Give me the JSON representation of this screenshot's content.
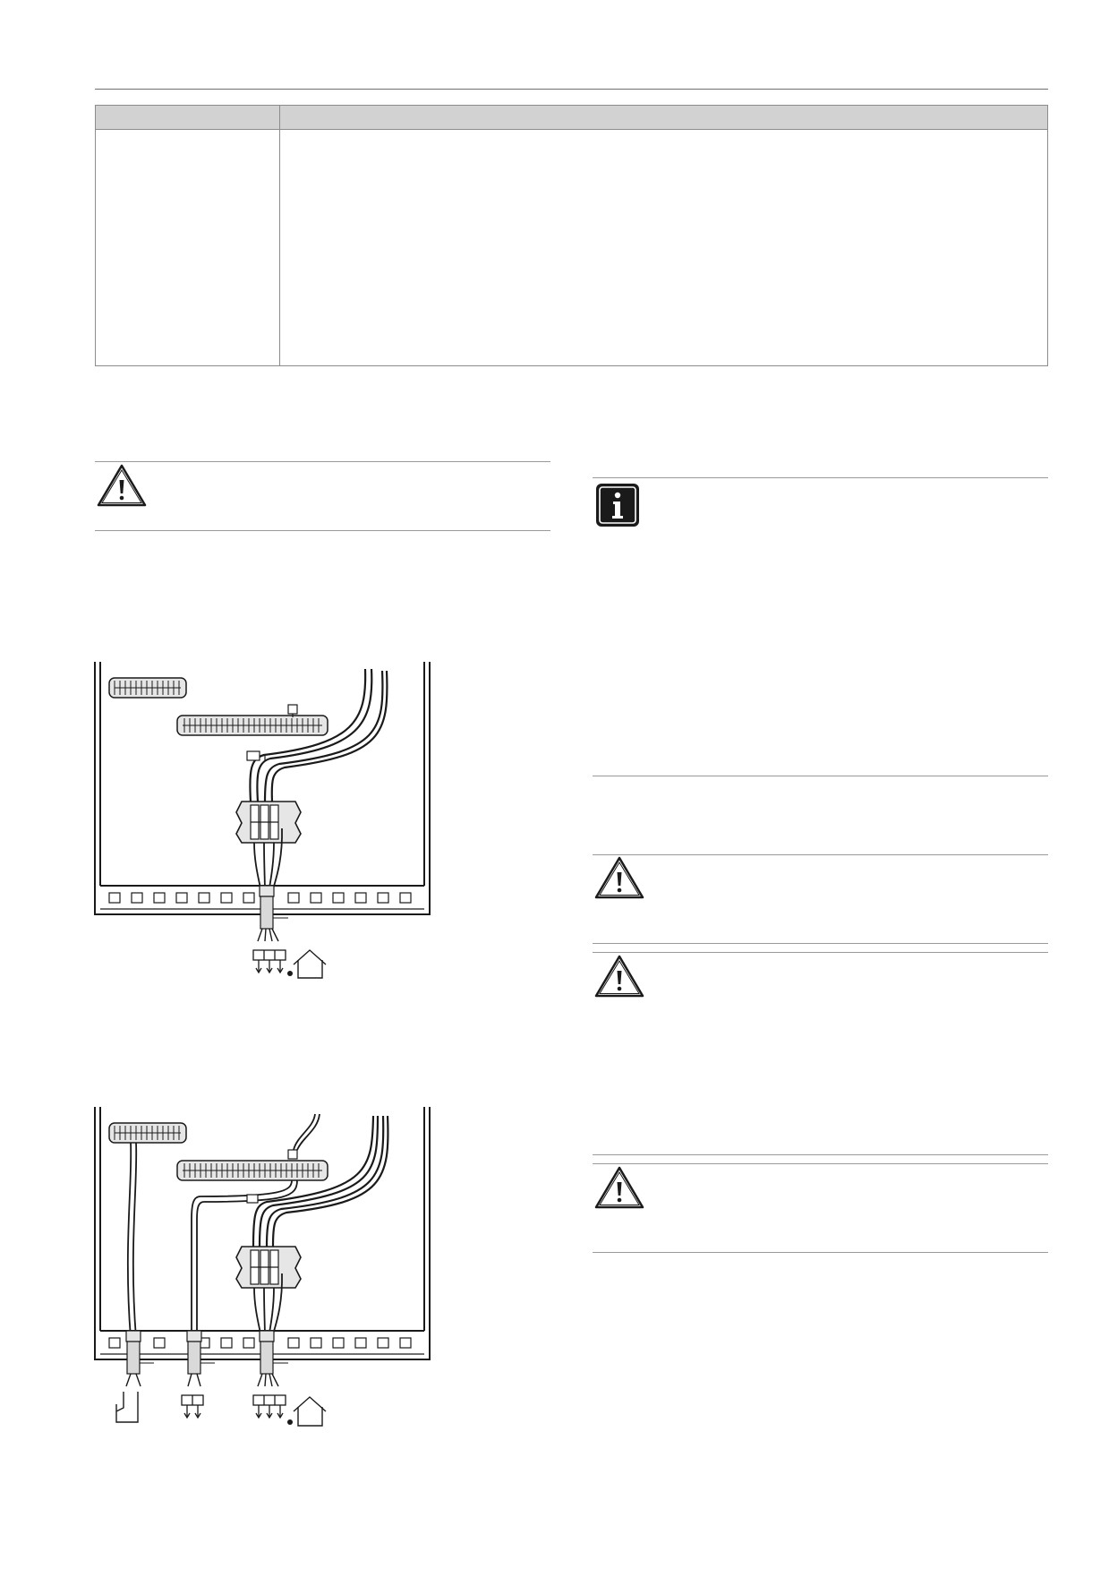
{
  "page": {
    "header_rule": true
  },
  "spec_table": {
    "columns": [
      "",
      ""
    ],
    "rows": [
      [
        "",
        ""
      ]
    ]
  },
  "notices": [
    {
      "type": "warning",
      "icon": "warning-triangle-icon"
    },
    {
      "type": "info",
      "icon": "info-icon"
    },
    {
      "type": "warning",
      "icon": "warning-triangle-icon"
    },
    {
      "type": "warning",
      "icon": "warning-triangle-icon"
    },
    {
      "type": "warning",
      "icon": "warning-triangle-icon"
    }
  ],
  "figures": [
    {
      "id": "wiring-diagram-1",
      "cables": 1,
      "symbols": [
        "terminal-arrows-icon",
        "house-icon"
      ]
    },
    {
      "id": "wiring-diagram-2",
      "cables": 3,
      "symbols": [
        "switch-icon",
        "terminal-arrows-icon",
        "terminal-arrows-icon",
        "house-icon"
      ]
    }
  ]
}
